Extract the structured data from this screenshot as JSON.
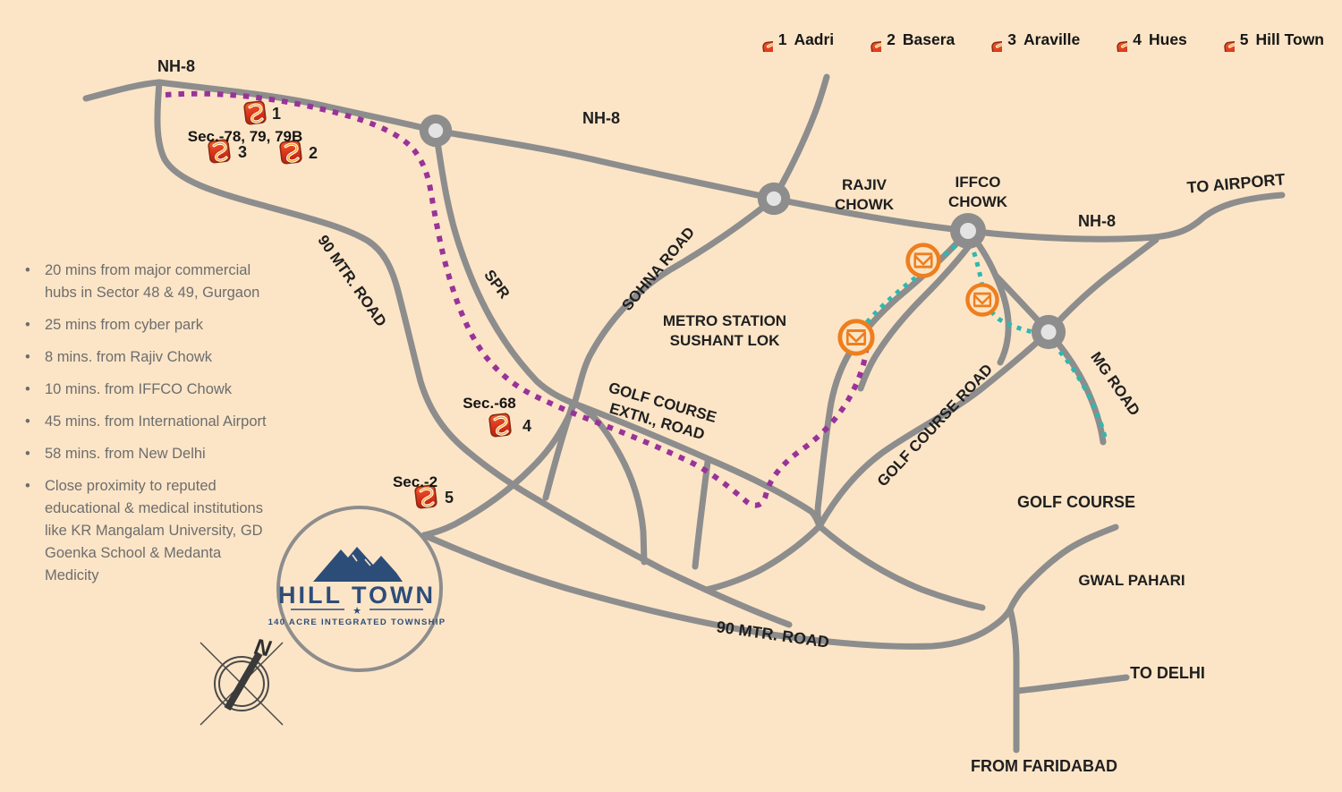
{
  "colors": {
    "background": "#fce5c7",
    "road_gray": "#8d8d8d",
    "route_purple": "#993399",
    "metro_line_teal": "#2fb8af",
    "metro_icon_orange": "#ee7e1e",
    "marker_red": "#d8331b",
    "logo_navy": "#2d4d79",
    "label_text": "#1f1f1f",
    "bullet_text": "#6d6d6d"
  },
  "legend": {
    "items": [
      {
        "number": "1",
        "name": "Aadri"
      },
      {
        "number": "2",
        "name": "Basera"
      },
      {
        "number": "3",
        "name": "Araville"
      },
      {
        "number": "4",
        "name": "Hues"
      },
      {
        "number": "5",
        "name": "Hill Town"
      }
    ]
  },
  "highlights": [
    "20 mins from major commercial hubs in Sector 48 & 49, Gurgaon",
    "25 mins from cyber park",
    "8 mins. from Rajiv Chowk",
    "10 mins. from IFFCO Chowk",
    "45 mins. from International Airport",
    "58 mins. from New Delhi",
    "Close proximity to reputed educational  & medical institutions like KR Mangalam  University, GD Goenka School & Medanta Medicity"
  ],
  "map": {
    "labels": {
      "nh8_top_left": "NH-8",
      "nh8_mid": "NH-8",
      "nh8_east": "NH-8",
      "rajiv_line1": "RAJIV",
      "rajiv_line2": "CHOWK",
      "iffco_line1": "IFFCO",
      "iffco_line2": "CHOWK",
      "to_airport": "TO AIRPORT",
      "sohna_road": "SOHNA ROAD",
      "spr": "SPR",
      "mtr90_left": "90 MTR. ROAD",
      "mtr90_bottom": "90 MTR. ROAD",
      "golf_extn_line1": "GOLF COURSE",
      "golf_extn_line2": "EXTN., ROAD",
      "metro_station_line1": "METRO STATION",
      "metro_station_line2": "SUSHANT LOK",
      "golf_course_road": "GOLF COURSE ROAD",
      "mg_road": "MG ROAD",
      "golf_course": "GOLF COURSE",
      "gwal_pahari": "GWAL PAHARI",
      "to_delhi": "TO DELHI",
      "from_faridabad": "FROM FARIDABAD",
      "sec_78": "Sec.-78, 79, 79B",
      "sec_68": "Sec.-68",
      "sec_2": "Sec.-2",
      "compass_north": "N"
    },
    "markers": [
      {
        "number": "1"
      },
      {
        "number": "2"
      },
      {
        "number": "3"
      },
      {
        "number": "4"
      },
      {
        "number": "5"
      }
    ],
    "logo": {
      "title": "HILL TOWN",
      "star": "★",
      "tagline": "140 ACRE INTEGRATED TOWNSHIP"
    }
  }
}
